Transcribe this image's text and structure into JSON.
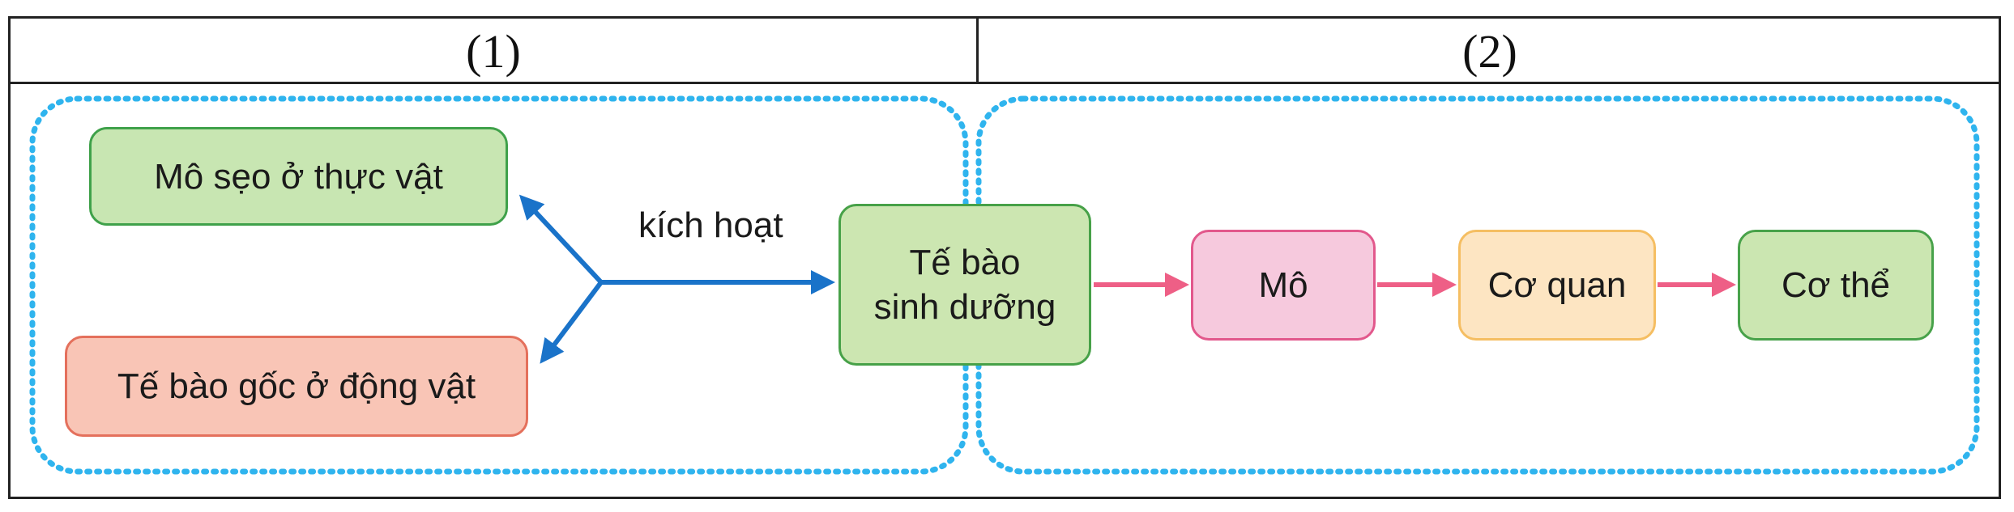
{
  "header": {
    "column_1": "(1)",
    "column_2": "(2)"
  },
  "nodes": {
    "mo_seo": "Mô sẹo ở thực vật",
    "te_bao_goc": "Tế bào gốc ở động vật",
    "sinh_duong_line1": "Tế bào",
    "sinh_duong_line2": "sinh dưỡng",
    "mo": "Mô",
    "co_quan": "Cơ quan",
    "co_the": "Cơ thể"
  },
  "edges": {
    "activation_label": "kích hoạt"
  },
  "colors": {
    "blue_arrow": "#1a73c9",
    "pink_arrow": "#ee5f86",
    "dotted_region": "#2fb4ee",
    "green_box": "#c8e6b2",
    "salmon_box": "#f9c5b6",
    "pink_box": "#f6c9dd",
    "orange_box": "#fde5c2"
  }
}
